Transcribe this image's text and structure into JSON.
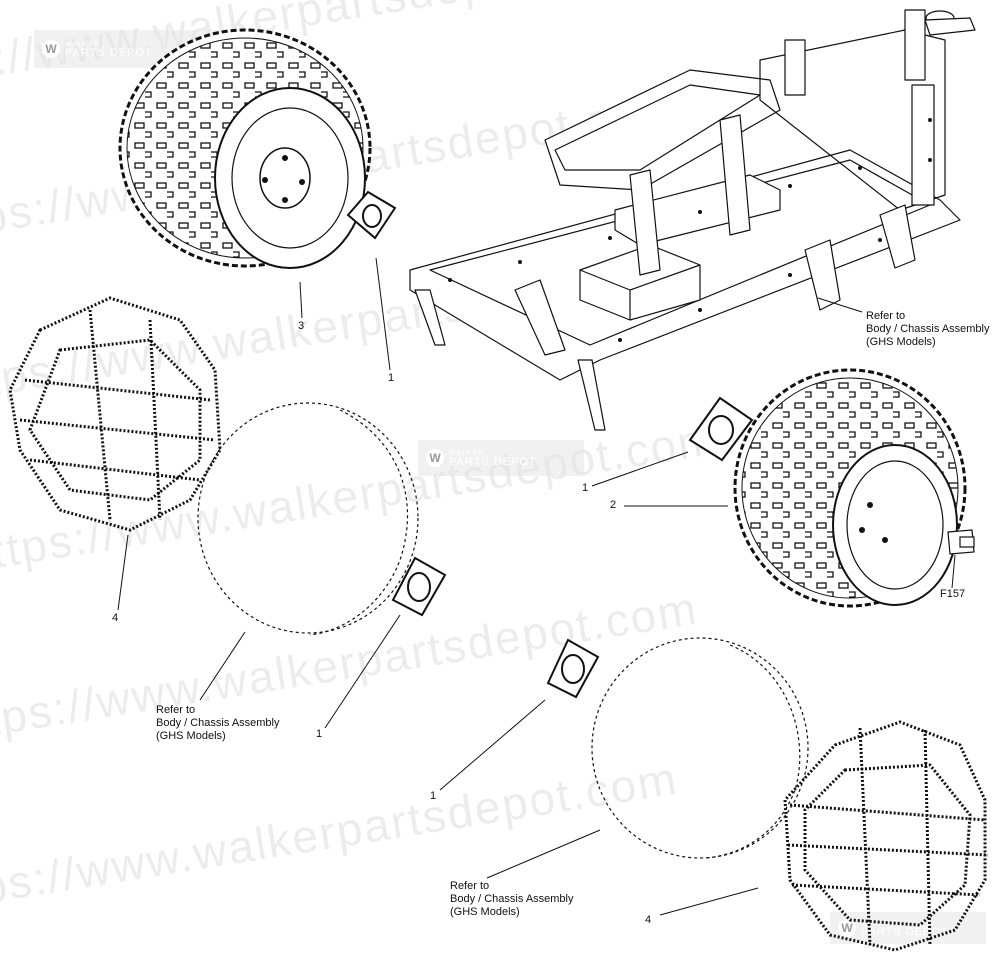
{
  "watermark": {
    "text_url": "https://www.walkerpartsdepot.com",
    "logo_small": "WALKER",
    "logo_name": "PARTS DEPOT",
    "logo_letter": "W"
  },
  "callouts": {
    "c1_a": "1",
    "c1_b": "1",
    "c1_c": "1",
    "c1_d": "1",
    "c2": "2",
    "c3": "3",
    "c4_a": "4",
    "c4_b": "4",
    "f157": "F157"
  },
  "refs": {
    "right": {
      "l1": "Refer to",
      "l2": "Body / Chassis Assembly",
      "l3": "(GHS Models)"
    },
    "left": {
      "l1": "Refer to",
      "l2": "Body / Chassis Assembly",
      "l3": "(GHS Models)"
    },
    "bottom": {
      "l1": "Refer to",
      "l2": "Body / Chassis Assembly",
      "l3": "(GHS Models)"
    }
  },
  "colors": {
    "ink": "#111111",
    "watermark": "#000000"
  }
}
